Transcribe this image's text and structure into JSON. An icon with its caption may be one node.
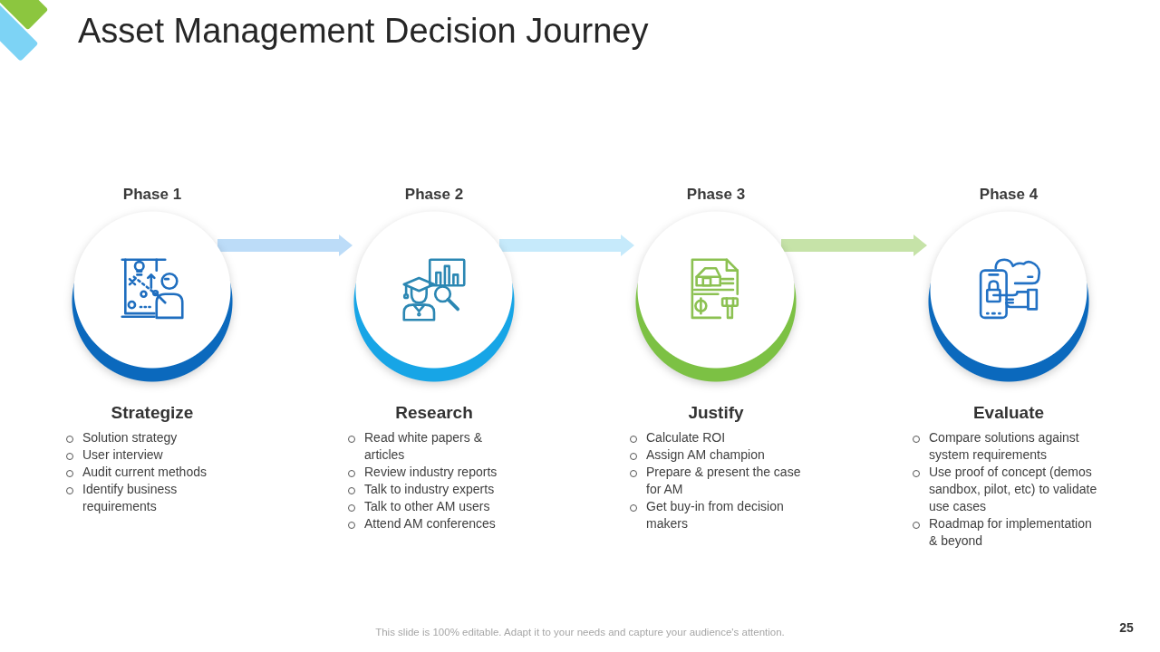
{
  "diagram": {
    "title": "Asset Management Decision Journey",
    "nodes": [
      {
        "text": [
          "Phase 1"
        ],
        "beside": [
          "Strategize",
          "Solution strategy",
          "User interview",
          "Audit current methods",
          "Identify business requirements"
        ]
      },
      {
        "text": [
          "Phase 2"
        ],
        "beside": [
          "Research",
          "Read white papers & articles",
          "Review industry reports",
          "Talk to industry experts",
          "Talk to other AM users",
          "Attend AM conferences"
        ]
      },
      {
        "text": [
          "Phase 3"
        ],
        "beside": [
          "Justify",
          "Calculate ROI",
          "Assign AM champion",
          "Prepare & present the case for AM",
          "Get buy-in from decision makers"
        ]
      },
      {
        "text": [
          "Phase 4"
        ],
        "beside": [
          "Evaluate",
          "Compare solutions against system requirements",
          "Use proof of concept (demos sandbox, pilot, etc) to validate use cases",
          "Roadmap for implementation & beyond"
        ]
      }
    ],
    "edges": [
      {
        "from": 0,
        "to": 1,
        "arrow": "to",
        "color": "#bcdcf8"
      },
      {
        "from": 1,
        "to": 2,
        "arrow": "to",
        "color": "#c6eafb"
      },
      {
        "from": 2,
        "to": 3,
        "arrow": "to",
        "color": "#c6e3a8"
      }
    ],
    "labels": [
      "This slide is 100% editable. Adapt it to your needs and capture your audience's attention.",
      "25"
    ]
  }
}
